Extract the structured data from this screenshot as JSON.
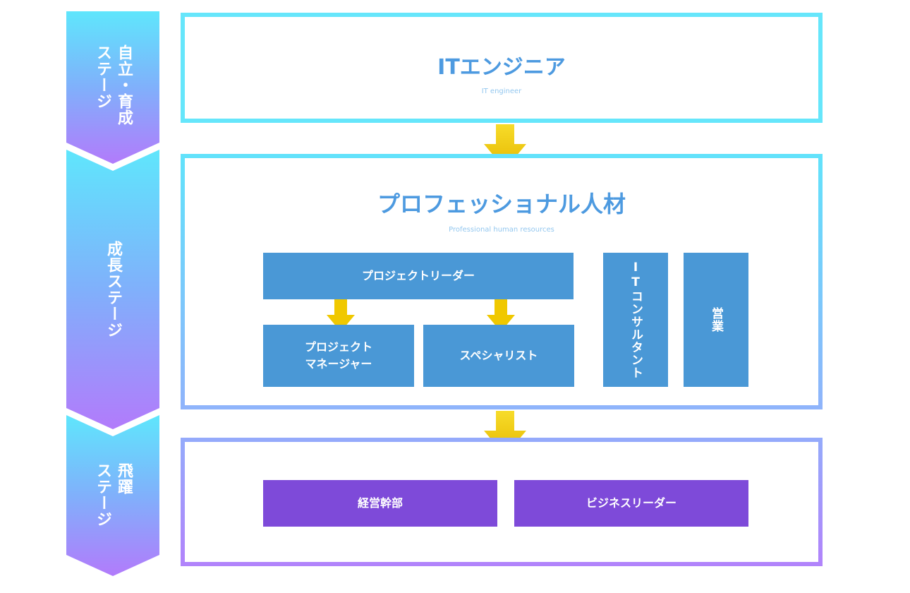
{
  "stages": [
    {
      "label": "自立・育成ステージ",
      "lines": [
        "自立・育成",
        "ステージ"
      ]
    },
    {
      "label": "成長ステージ",
      "lines": [
        "成長ステージ"
      ]
    },
    {
      "label": "飛躍ステージ",
      "lines": [
        "飛躍",
        "ステージ"
      ]
    }
  ],
  "engineer": {
    "title": "ITエンジニア",
    "subtitle": "IT engineer"
  },
  "professional": {
    "title": "プロフェッショナル人材",
    "subtitle": "Professional human resources",
    "project_leader": "プロジェクトリーダー",
    "project_manager": [
      "プロジェクト",
      "マネージャー"
    ],
    "specialist": "スペシャリスト",
    "it_consultant": "ITコンサルタント",
    "sales": "営業"
  },
  "executive": {
    "management": "経営幹部",
    "business_leader": "ビジネスリーダー"
  },
  "colors": {
    "stage_top": "#62e6fc",
    "stage_mid": "#7fb3fb",
    "stage_bottom": "#b07cfb",
    "box_blue": "#4a98d6",
    "box_purple": "#7e4ad9",
    "arrow_yellow": "#f2cc00"
  }
}
